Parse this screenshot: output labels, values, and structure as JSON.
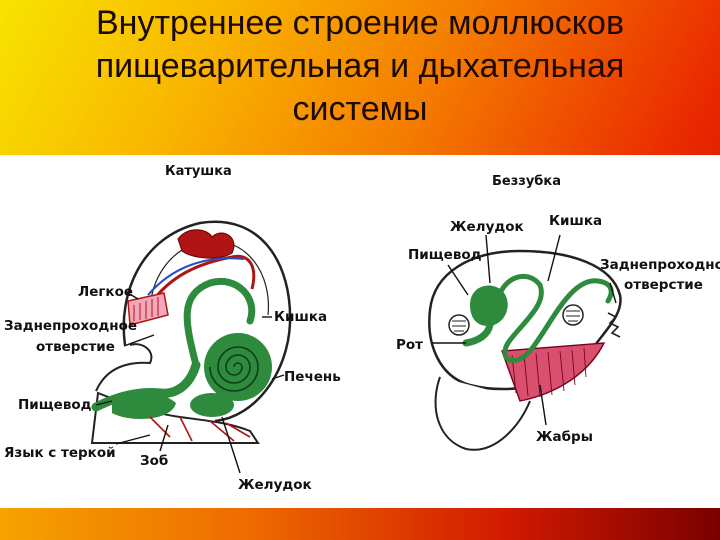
{
  "title": {
    "line1": "Внутреннее строение моллюсков",
    "line2": "пищеварительная и дыхательная",
    "line3": "системы"
  },
  "snail": {
    "name": "Катушка",
    "labels": {
      "lung": "Легкое",
      "anus_line1": "Заднепроходное",
      "anus_line2": "отверстие",
      "esophagus": "Пищевод",
      "tongue": "Язык с теркой",
      "crop": "Зоб",
      "stomach": "Желудок",
      "liver": "Печень",
      "intestine": "Кишка"
    }
  },
  "clam": {
    "name": "Беззубка",
    "labels": {
      "stomach": "Желудок",
      "intestine": "Кишка",
      "esophagus": "Пищевод",
      "anus_line1": "Заднепроходное",
      "anus_line2": "отверстие",
      "mouth": "Рот",
      "gills": "Жабры"
    }
  },
  "colors": {
    "digestive": "#2e8a3c",
    "gills": "#d9506f",
    "vessels": "#b01414"
  }
}
